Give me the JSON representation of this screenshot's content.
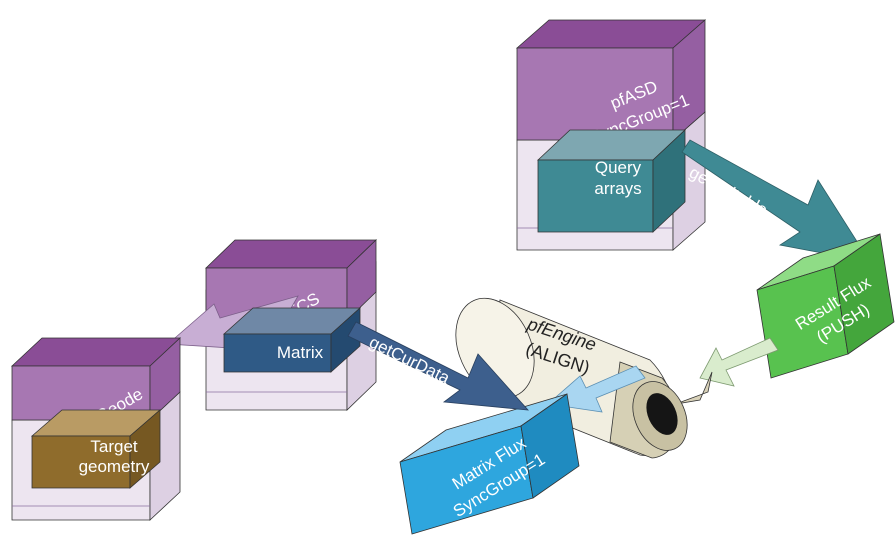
{
  "diagram": {
    "nodes": {
      "pfasd": {
        "line1": "pfASD",
        "line2": "SyncGroup=1"
      },
      "query_arrays": {
        "line1": "Query",
        "line2": "arrays"
      },
      "pffcs": {
        "label": "pfFCS"
      },
      "matrix": {
        "label": "Matrix"
      },
      "geode": {
        "label": "Geode"
      },
      "target_geometry": {
        "line1": "Target",
        "line2": "geometry"
      },
      "result_flux": {
        "line1": "Result Flux",
        "line2": "(PUSH)"
      },
      "matrix_flux": {
        "line1": "Matrix Flux",
        "line2": "SyncGroup=1"
      },
      "pfengine": {
        "line1": "pfEngine",
        "line2": "(ALIGN)"
      }
    },
    "edges": {
      "get_writable": {
        "label": "getWritable"
      },
      "get_cur_data": {
        "label": "getCurData"
      }
    },
    "colors": {
      "purple_top": "#8a4d96",
      "purple_face": "#a777b2",
      "lavender": "#e4dbea",
      "teal": "#3f8a94",
      "navy": "#2f5a86",
      "olive": "#8f6c2c",
      "green": "#58c24f",
      "cyan": "#2ea6de",
      "cream": "#f1eee0"
    }
  }
}
